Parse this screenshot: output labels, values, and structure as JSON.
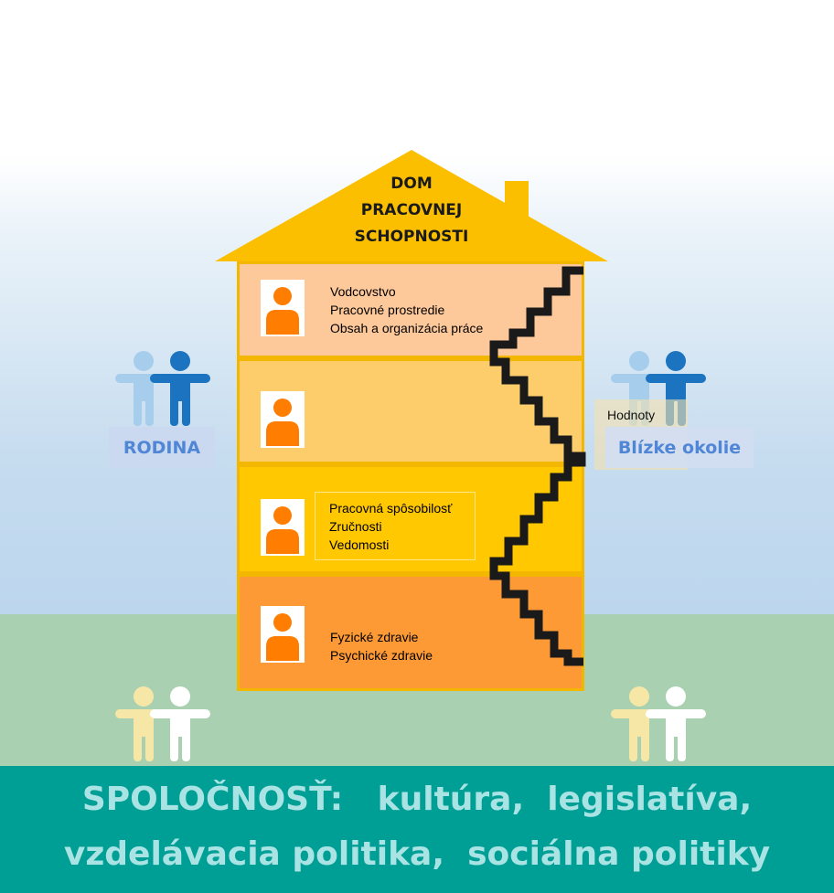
{
  "house": {
    "title_lines": [
      "DOM",
      "PRACOVNEJ",
      "SCHOPNOSTI"
    ],
    "floors": [
      {
        "items": [
          "Vodcovstvo",
          "Pracovné prostredie",
          "Obsah a organizácia práce"
        ]
      },
      {
        "items": []
      },
      {
        "items": [
          "Pracovná spôsobilosť",
          "Zručnosti",
          "Vedomosti"
        ]
      },
      {
        "items": [
          "Fyzické zdravie",
          "Psychické zdravie"
        ]
      }
    ]
  },
  "labels": {
    "family": "RODINA",
    "values": "Hodnoty",
    "surroundings": "Blízke okolie"
  },
  "society": {
    "line1": "SPOLOČNOSŤ:   kultúra,  legislatíva,",
    "line2": "vzdelávacia politika,  sociálna politiky"
  },
  "colors": {
    "roof": "#fbbf00",
    "floor1": "#fdc89a",
    "floor2": "#fdcd6c",
    "floor3": "#ffc800",
    "floor4": "#fd9a36",
    "stairs": "#1a1a1a",
    "worker": "#ff7d00",
    "society_bg": "#009f96",
    "society_text": "#a9e3e4"
  }
}
